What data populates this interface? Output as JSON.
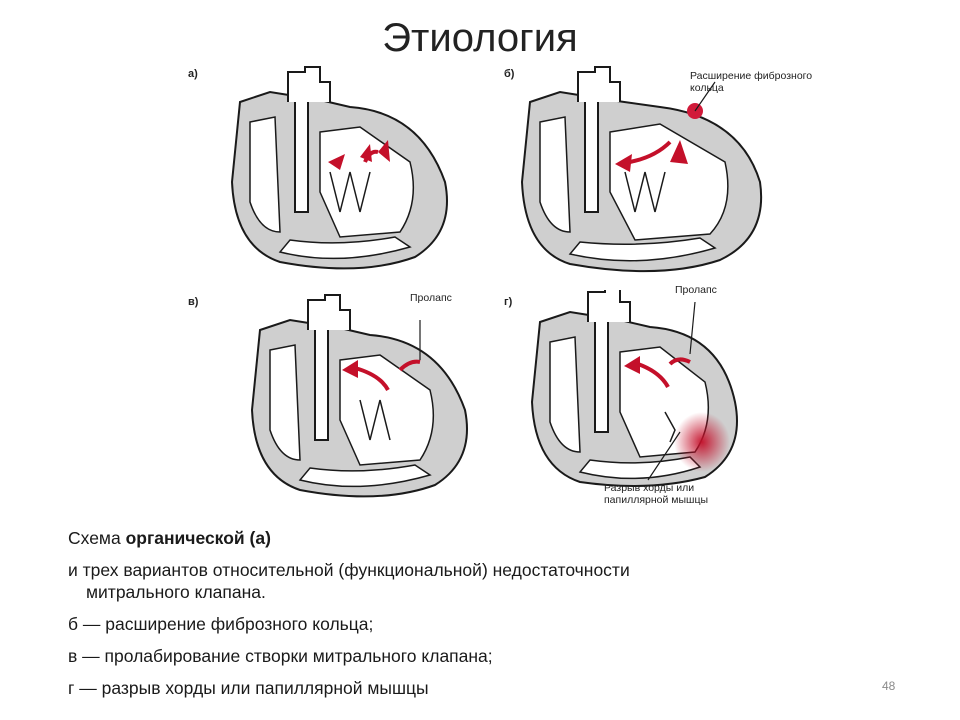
{
  "slide": {
    "title": "Этиология",
    "page_number": "48"
  },
  "figure": {
    "panels": [
      {
        "letter": "а)",
        "callout": ""
      },
      {
        "letter": "б)",
        "callout": "Расширение фиброзного кольца"
      },
      {
        "letter": "в)",
        "callout": "Пролапс"
      },
      {
        "letter": "г)",
        "callout": "Пролапс",
        "callout2": "Разрыв хорды или папиллярной мышцы"
      }
    ],
    "colors": {
      "wall": "#cfcfcf",
      "outline": "#1a1a1a",
      "arrow": "#c4102a",
      "chamber": "#ffffff"
    }
  },
  "caption": {
    "line1_prefix": "Схема ",
    "line1_bold": "органической (а)",
    "line2a": "и трех вариантов  относительной (функциональной) недостаточности",
    "line2b": "митрального клапана.",
    "line3": "б — расширение фиброзного кольца;",
    "line4": "в — пролабирование створки митрального клапана;",
    "line5": "г — разрыв хорды или папиллярной мышцы"
  }
}
